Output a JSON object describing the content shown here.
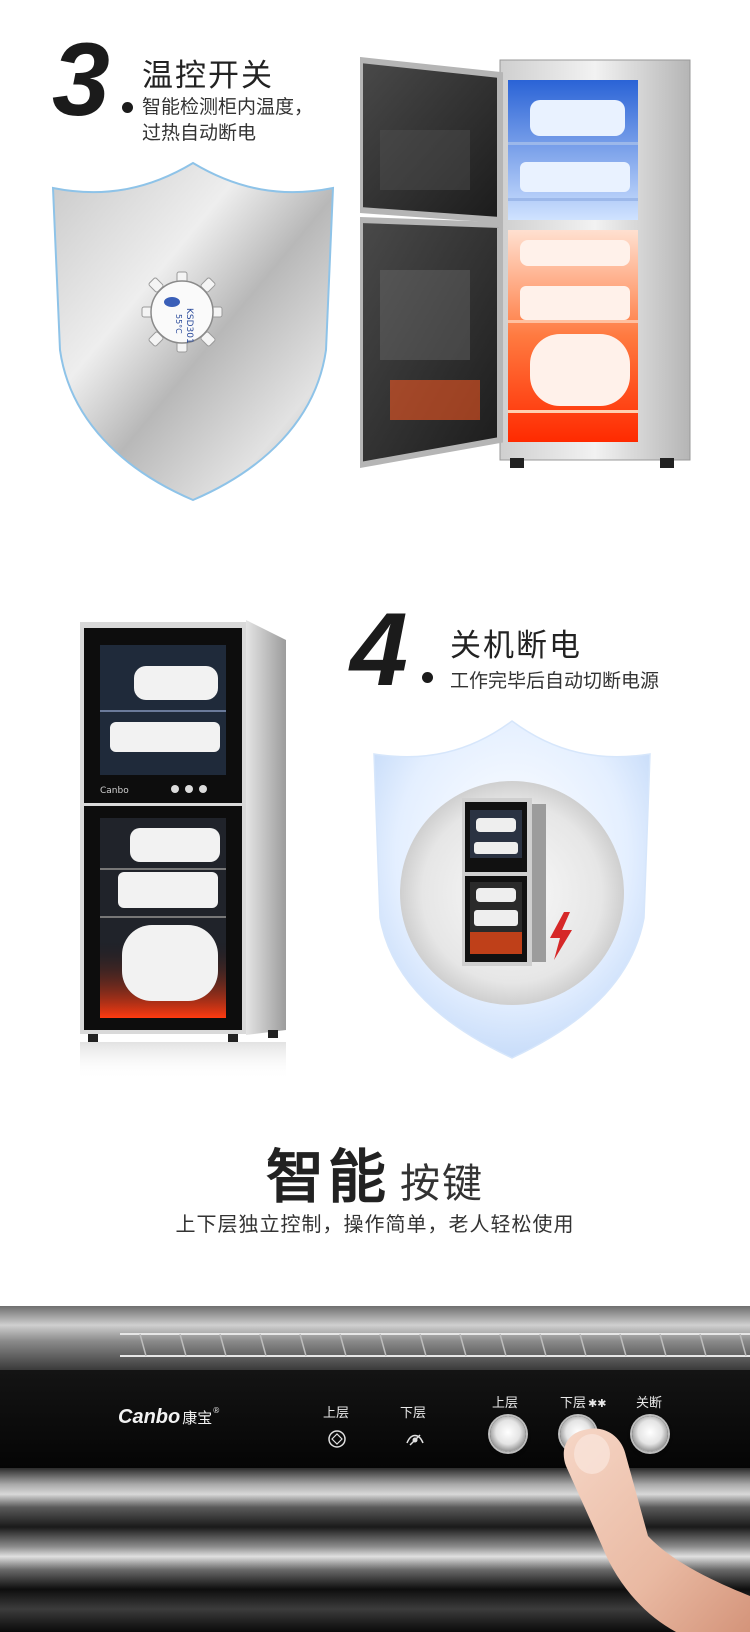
{
  "section3": {
    "number": "3",
    "title": "温控开关",
    "desc_line1": "智能检测柜内温度，",
    "desc_line2": "过热自动断电",
    "thermostat_line1": "KSD301",
    "thermostat_line2": "55°C"
  },
  "section4": {
    "number": "4",
    "title": "关机断电",
    "desc": "工作完毕后自动切断电源"
  },
  "cabinet_brand": "Canbo",
  "smart_keys": {
    "title_bold": "智能",
    "title_light": "按键",
    "subtitle": "上下层独立控制，操作简单，老人轻松使用"
  },
  "control_panel": {
    "brand": "Canbo",
    "brand_cn": "康宝",
    "upper_label": "上层",
    "lower_label": "下层",
    "btn_upper_label": "上层",
    "btn_lower_label": "下层",
    "btn_lower_suffix": "✱✱",
    "btn_off_label": "关断"
  },
  "colors": {
    "accent_blue": "#3f7fd8",
    "heat_orange": "#ff4a12",
    "lightning_red": "#d62828",
    "panel_black": "#0b0b0b"
  },
  "icons": [
    "thermostat-icon",
    "lightning-icon",
    "upper-mode-icon",
    "lower-mode-icon",
    "fingertip-icon"
  ]
}
